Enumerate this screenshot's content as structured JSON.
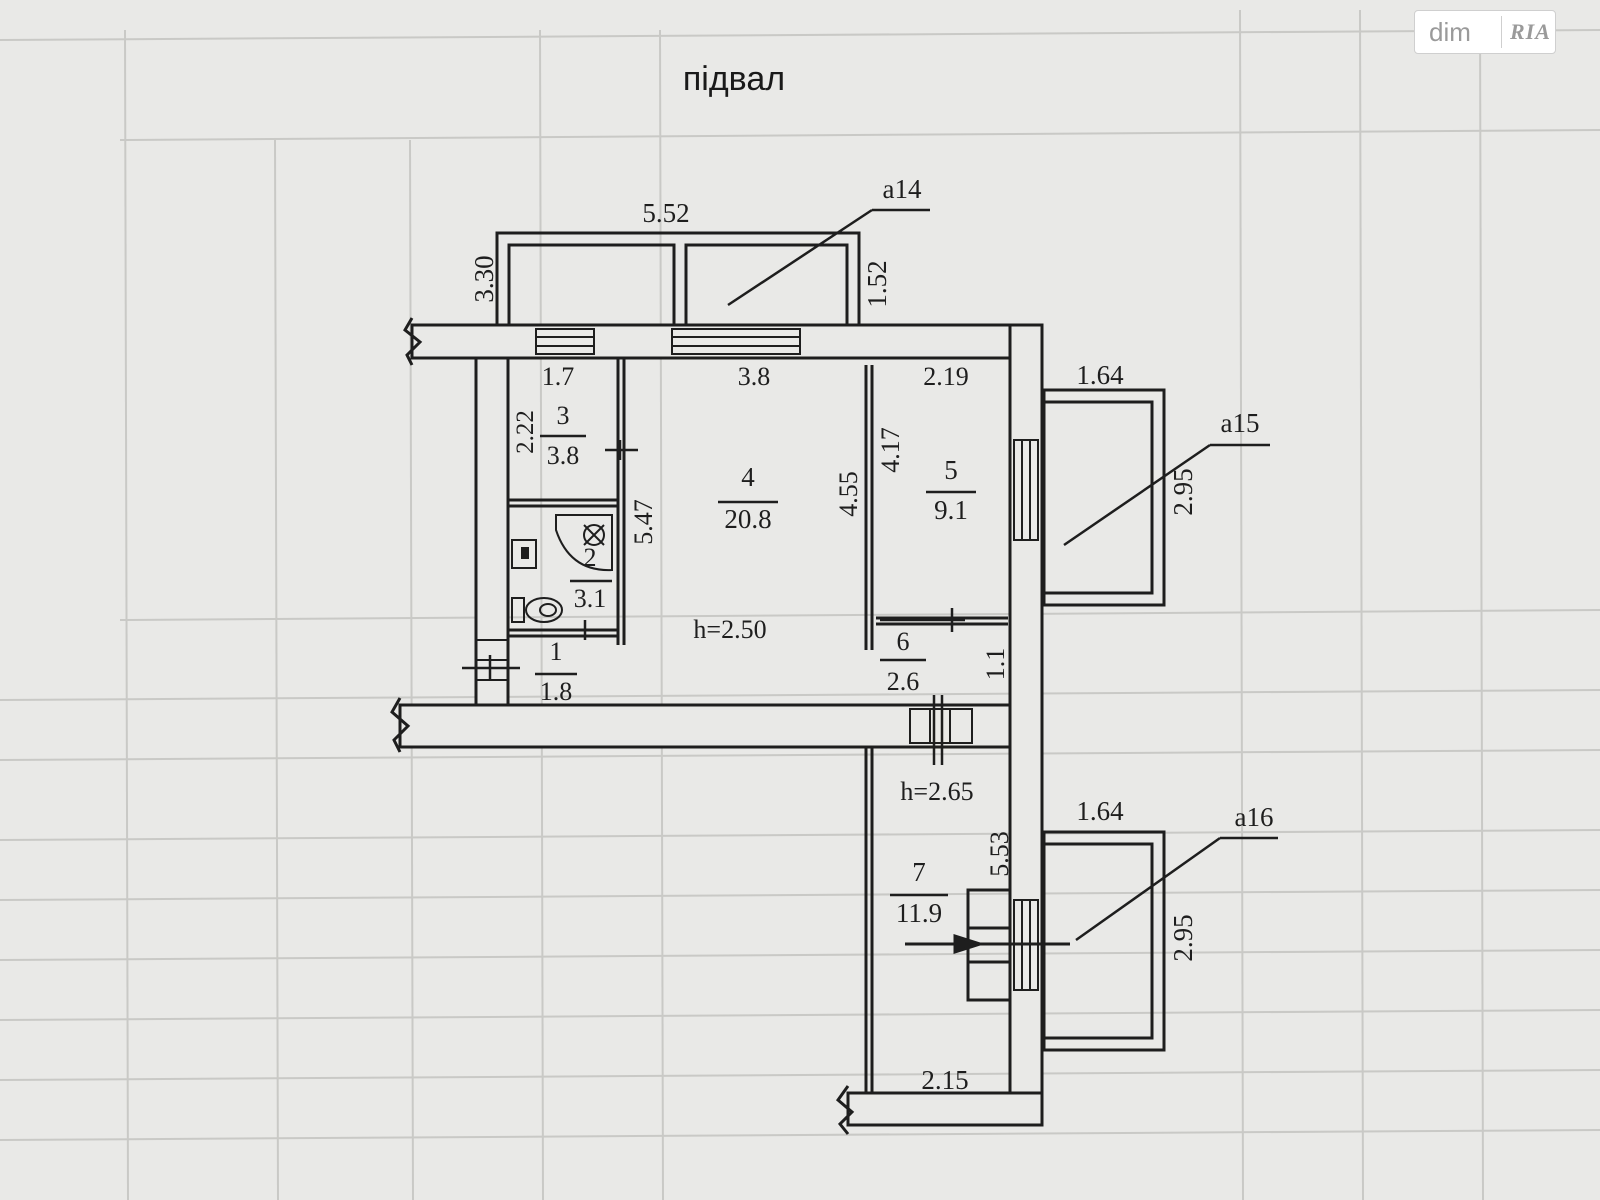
{
  "title": "підвал",
  "watermark": {
    "brand": "dim",
    "mark": "RIA"
  },
  "colors": {
    "paper": "#e9e9e7",
    "grid": "#c9c9c6",
    "ink": "#1e1e1e",
    "ghost": "#bdbdba"
  },
  "rooms": [
    {
      "id": "1",
      "number": "1",
      "area": "1.8"
    },
    {
      "id": "2",
      "number": "2",
      "area": "3.1"
    },
    {
      "id": "3",
      "number": "3",
      "area": "3.8"
    },
    {
      "id": "4",
      "number": "4",
      "area": "20.8"
    },
    {
      "id": "5",
      "number": "5",
      "area": "9.1"
    },
    {
      "id": "6",
      "number": "6",
      "area": "2.6"
    },
    {
      "id": "7",
      "number": "7",
      "area": "11.9"
    }
  ],
  "balconies": {
    "a14": "а14",
    "a15": "а15",
    "a16": "а16"
  },
  "dimensions": {
    "d552": "5.52",
    "d330": "3.30",
    "d152": "1.52",
    "d17": "1.7",
    "d38": "3.8",
    "d219": "2.19",
    "d222": "2.22",
    "d547": "5.47",
    "d455": "4.55",
    "d417": "4.17",
    "d164a": "1.64",
    "d295a": "2.95",
    "d11": "1.1",
    "d164b": "1.64",
    "d295b": "2.95",
    "d553": "5.53",
    "d215": "2.15"
  },
  "heights": {
    "h1": "h=2.50",
    "h2": "h=2.65"
  }
}
